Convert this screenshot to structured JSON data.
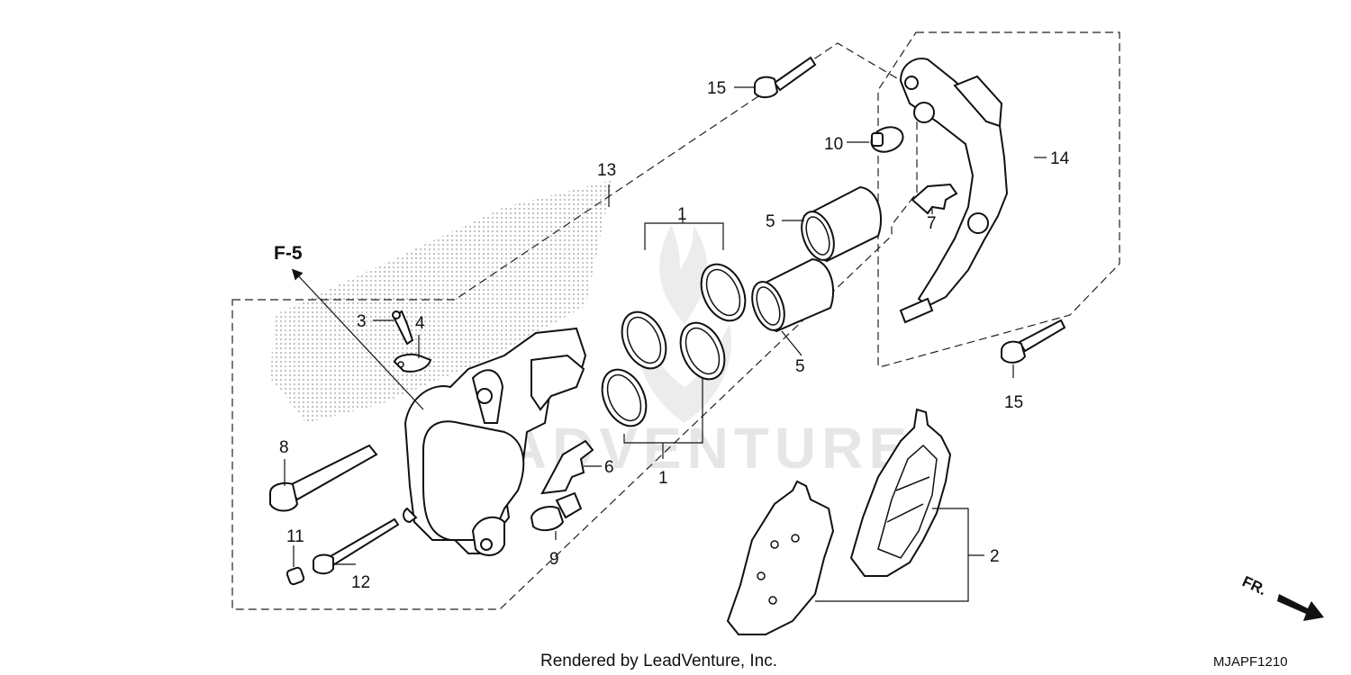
{
  "diagram": {
    "reference_label": "F-5",
    "footer_text": "Rendered by LeadVenture, Inc.",
    "diagram_code": "MJAPF1210",
    "direction_label": "FR.",
    "watermark_text": "LEADVENTURE",
    "callouts": {
      "c1_top": "1",
      "c1_bottom": "1",
      "c2": "2",
      "c3": "3",
      "c4": "4",
      "c5_top": "5",
      "c5_bottom": "5",
      "c6": "6",
      "c7": "7",
      "c8": "8",
      "c9": "9",
      "c10": "10",
      "c11": "11",
      "c12": "12",
      "c13": "13",
      "c14": "14",
      "c15_top": "15",
      "c15_bottom": "15"
    },
    "colors": {
      "line": "#111111",
      "background": "#ffffff",
      "shade": "#9a9a9a"
    }
  }
}
